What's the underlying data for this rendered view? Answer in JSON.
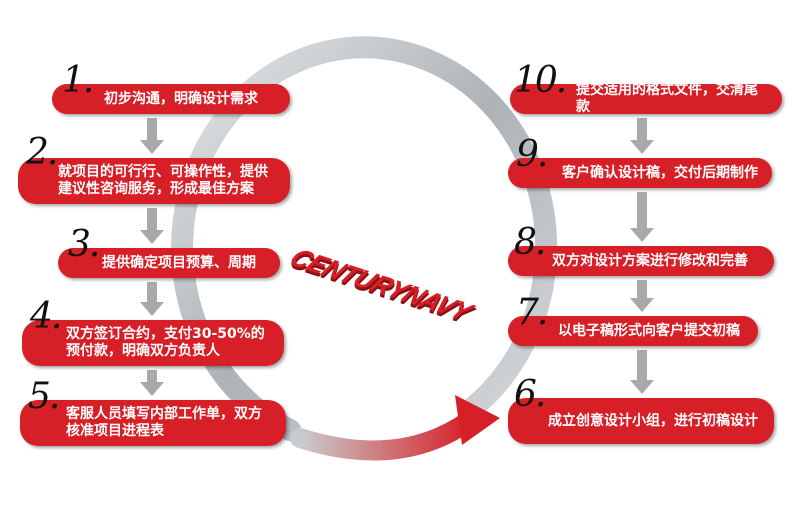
{
  "colors": {
    "accent": "#d61f26",
    "ring": "#b9bec2",
    "arrow": "#a9a9a9"
  },
  "logo": "CENTURYNAVY",
  "steps_left": [
    {
      "num": "1.",
      "text": "初步沟通，明确设计需求"
    },
    {
      "num": "2.",
      "text": "就项目的可行行、可操作性，提供建议性咨询服务，形成最佳方案"
    },
    {
      "num": "3.",
      "text": "提供确定项目预算、周期"
    },
    {
      "num": "4.",
      "text": "双方签订合约，支付30-50%的预付款，明确双方负责人"
    },
    {
      "num": "5.",
      "text": "客服人员填写内部工作单，双方核准项目进程表"
    }
  ],
  "steps_right": [
    {
      "num": "10.",
      "text": "提交适用的格式文件，交清尾款"
    },
    {
      "num": "9.",
      "text": "客户确认设计稿，交付后期制作"
    },
    {
      "num": "8.",
      "text": "双方对设计方案进行修改和完善"
    },
    {
      "num": "7.",
      "text": "以电子稿形式向客户提交初稿"
    },
    {
      "num": "6.",
      "text": "成立创意设计小组，进行初稿设计"
    }
  ]
}
